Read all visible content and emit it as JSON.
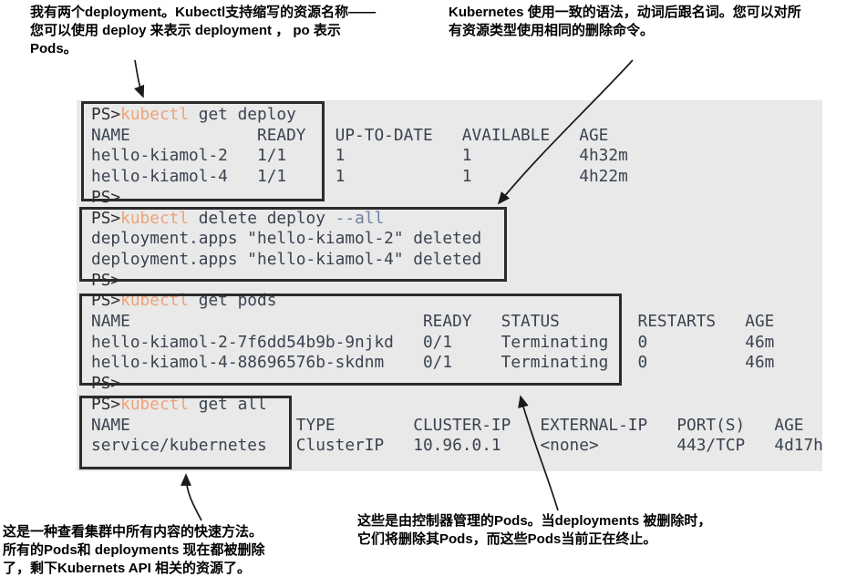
{
  "annotations": {
    "top_left": "我有两个deployment。Kubectl支持缩写的资源名称——\n您可以使用 deploy 来表示 deployment ， po 表示\nPods。",
    "top_right": "Kubernetes 使用一致的语法，动词后跟名词。您可以对所\n有资源类型使用相同的删除命令。",
    "bottom_left": "这是一种查看集群中所有内容的快速方法。\n所有的Pods和 deployments 现在都被删除\n了，剩下Kubernets API 相关的资源了。",
    "bottom_middle": "这些是由控制器管理的Pods。当deployments 被删除时，\n它们将删除其Pods，而这些Pods当前正在终止。"
  },
  "colors": {
    "terminal_background": "#e9e9e9",
    "terminal_text": "#3a4350",
    "terminal_prompt": "#2e2e2e",
    "command_accent": "#f0a178",
    "flag_accent": "#6d82a2",
    "box_border": "#2b2b2b"
  },
  "terminal": {
    "lines": [
      [
        {
          "role": "prompt",
          "text": "PS>"
        },
        {
          "role": "accent",
          "text": "kubectl"
        },
        {
          "role": "text",
          "text": " get deploy"
        }
      ],
      [
        {
          "role": "text",
          "text": "NAME             READY   UP-TO-DATE   AVAILABLE   AGE"
        }
      ],
      [
        {
          "role": "text",
          "text": "hello-kiamol-2   1/1     1            1           4h32m"
        }
      ],
      [
        {
          "role": "text",
          "text": "hello-kiamol-4   1/1     1            1           4h22m"
        }
      ],
      [
        {
          "role": "prompt",
          "text": "PS>"
        }
      ],
      [
        {
          "role": "prompt",
          "text": "PS>"
        },
        {
          "role": "accent",
          "text": "kubectl"
        },
        {
          "role": "text",
          "text": " delete deploy "
        },
        {
          "role": "flag",
          "text": "--all"
        }
      ],
      [
        {
          "role": "text",
          "text": "deployment.apps \"hello-kiamol-2\" deleted"
        }
      ],
      [
        {
          "role": "text",
          "text": "deployment.apps \"hello-kiamol-4\" deleted"
        }
      ],
      [
        {
          "role": "prompt",
          "text": "PS>"
        }
      ],
      [
        {
          "role": "prompt",
          "text": "PS>"
        },
        {
          "role": "accent",
          "text": "kubectl"
        },
        {
          "role": "text",
          "text": " get pods"
        }
      ],
      [
        {
          "role": "text",
          "text": "NAME                              READY   STATUS        RESTARTS   AGE"
        }
      ],
      [
        {
          "role": "text",
          "text": "hello-kiamol-2-7f6dd54b9b-9njkd   0/1     Terminating   0          46m"
        }
      ],
      [
        {
          "role": "text",
          "text": "hello-kiamol-4-88696576b-skdnm    0/1     Terminating   0          46m"
        }
      ],
      [
        {
          "role": "prompt",
          "text": "PS>"
        }
      ],
      [
        {
          "role": "prompt",
          "text": "PS>"
        },
        {
          "role": "accent",
          "text": "kubectl"
        },
        {
          "role": "text",
          "text": " get all"
        }
      ],
      [
        {
          "role": "text",
          "text": "NAME                 TYPE        CLUSTER-IP   EXTERNAL-IP   PORT(S)   AGE"
        }
      ],
      [
        {
          "role": "text",
          "text": "service/kubernetes   ClusterIP   10.96.0.1    <none>        443/TCP   4d17h"
        }
      ]
    ]
  }
}
